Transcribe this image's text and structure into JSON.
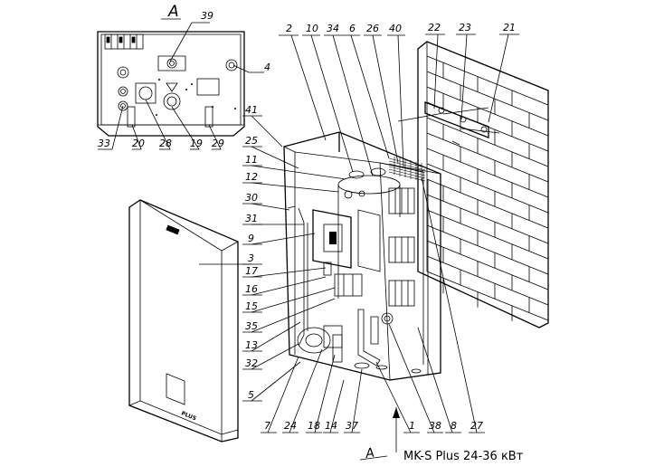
{
  "view_marker": "A",
  "caption": "MK-S Plus 24-36 кВт",
  "front_panel_logo": "PLUS",
  "callouts": {
    "n2": "2",
    "n10": "10",
    "n34": "34",
    "n6": "6",
    "n26": "26",
    "n40": "40",
    "n22": "22",
    "n23": "23",
    "n21": "21",
    "n39": "39",
    "n4": "4",
    "n41": "41",
    "n25": "25",
    "n11": "11",
    "n12": "12",
    "n30": "30",
    "n31": "31",
    "n9": "9",
    "n3": "3",
    "n17": "17",
    "n16": "16",
    "n15": "15",
    "n35": "35",
    "n13": "13",
    "n32": "32",
    "n5": "5",
    "n7": "7",
    "n24": "24",
    "n18": "18",
    "n14": "14",
    "n37": "37",
    "n1": "1",
    "n38": "38",
    "n8": "8",
    "n27": "27",
    "n33": "33",
    "n20": "20",
    "n28": "28",
    "n19": "19",
    "n29": "29"
  }
}
